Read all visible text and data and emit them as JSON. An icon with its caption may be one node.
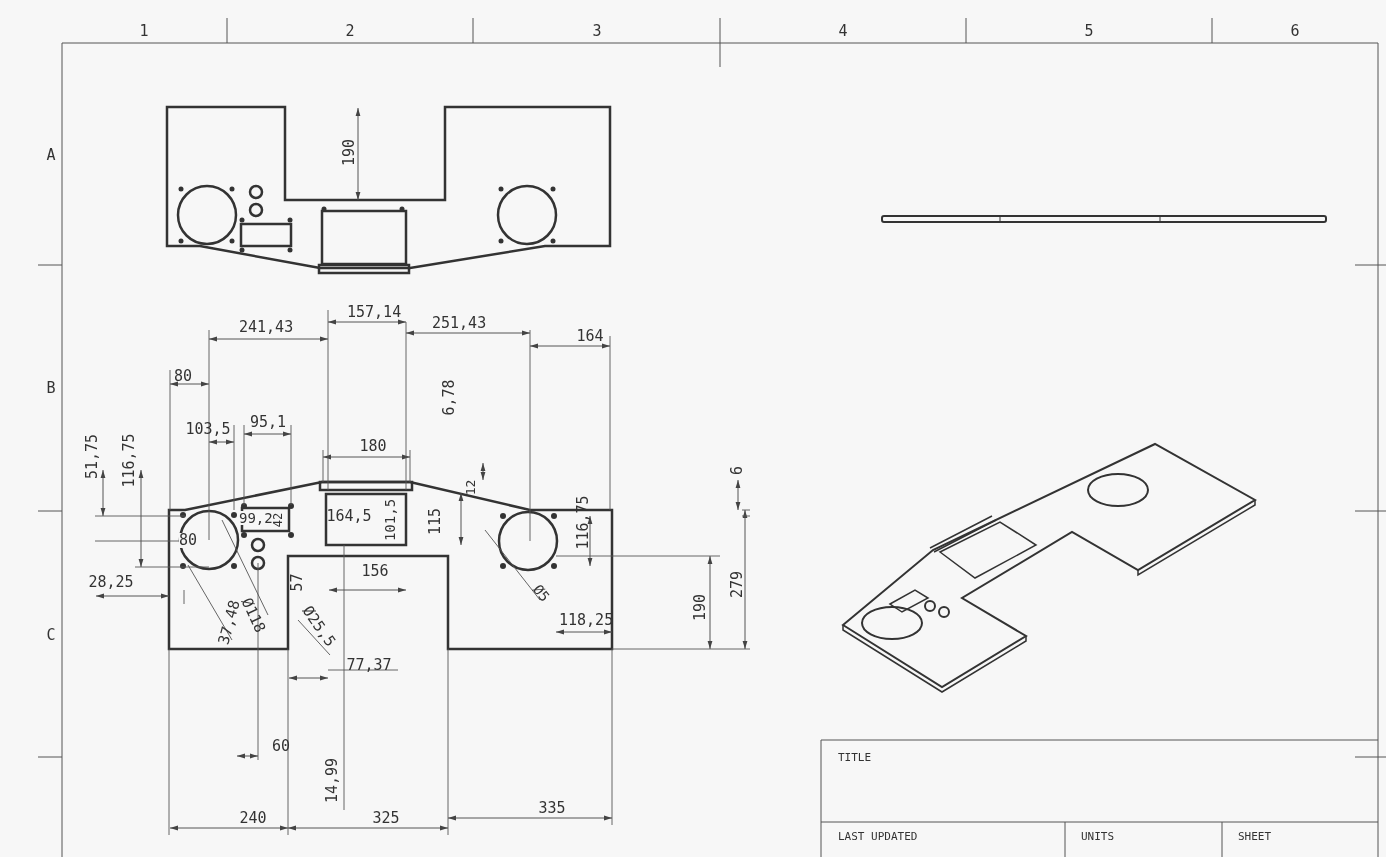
{
  "diagram": {
    "labels": [
      "1",
      "2",
      "3",
      "4",
      "5",
      "6",
      "A",
      "B",
      "C",
      "190",
      "157,14",
      "241,43",
      "251,43",
      "164",
      "80",
      "6,78",
      "103,5",
      "95,1",
      "51,75",
      "116,75",
      "180",
      "6",
      "12",
      "99,2",
      "42",
      "164,5",
      "101,5",
      "115",
      "116,75",
      "80",
      "156",
      "28,25",
      "57",
      "279",
      "Ø5",
      "190",
      "37,48",
      "Ø118",
      "Ø25,5",
      "118,25",
      "77,37",
      "60",
      "14,99",
      "240",
      "325",
      "335",
      "TITLE",
      "LAST UPDATED",
      "UNITS",
      "SHEET"
    ]
  }
}
